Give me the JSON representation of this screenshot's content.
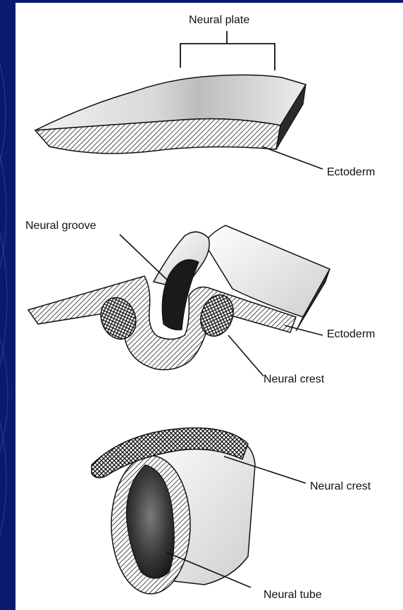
{
  "slide": {
    "background_color": "#0b1a6e",
    "line_color": "#2a4fc0",
    "panel_color": "#ffffff"
  },
  "figure": {
    "labels": {
      "neural_plate": "Neural plate",
      "ectoderm_top": "Ectoderm",
      "neural_groove": "Neural groove",
      "ectoderm_middle": "Ectoderm",
      "neural_crest_middle": "Neural crest",
      "neural_crest_bottom": "Neural crest",
      "neural_tube": "Neural tube"
    }
  }
}
